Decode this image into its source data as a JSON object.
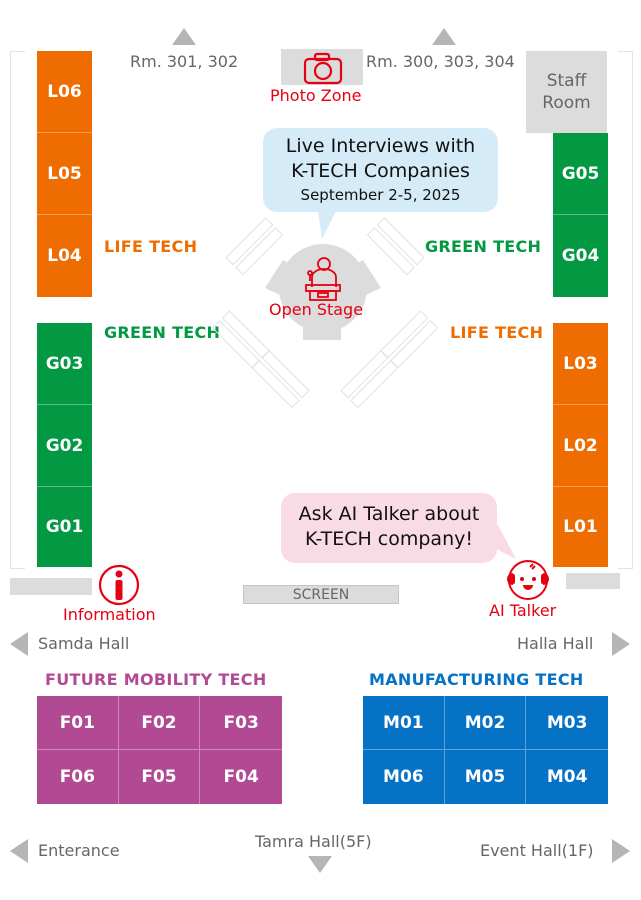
{
  "colors": {
    "life_tech": "#ee6c00",
    "green_tech": "#029942",
    "future_mobility": "#b14a92",
    "manufacturing": "#0572c6",
    "accent_red": "#e60012",
    "interview_bubble": "#d6ebf8",
    "ai_bubble": "#f9dbe6"
  },
  "top": {
    "left_exit": "Rm. 301, 302",
    "right_exit": "Rm. 300, 303, 304",
    "photo_zone": "Photo Zone",
    "staff_room": "Staff Room"
  },
  "left_column": {
    "life_booths": [
      "L06",
      "L05",
      "L04"
    ],
    "green_booths": [
      "G03",
      "G02",
      "G01"
    ]
  },
  "right_column": {
    "green_booths": [
      "G05",
      "G04"
    ],
    "life_booths": [
      "L03",
      "L02",
      "L01"
    ]
  },
  "zone_labels": {
    "left_life": "LIFE TECH",
    "left_green": "GREEN TECH",
    "right_green": "GREEN TECH",
    "right_life": "LIFE TECH"
  },
  "stage": {
    "bubble_line1": "Live Interviews with",
    "bubble_line2": "K-TECH Companies",
    "bubble_date": "September 2-5, 2025",
    "label": "Open Stage"
  },
  "ai": {
    "bubble_line1": "Ask AI Talker about",
    "bubble_line2": "K-TECH company!",
    "label": "AI Talker"
  },
  "information": "Information",
  "screen": "SCREEN",
  "side_exits": {
    "left": "Samda Hall",
    "right": "Halla Hall"
  },
  "future_mobility": {
    "title": "FUTURE MOBILITY TECH",
    "booths": [
      "F01",
      "F02",
      "F03",
      "F06",
      "F05",
      "F04"
    ]
  },
  "manufacturing": {
    "title": "MANUFACTURING TECH",
    "booths": [
      "M01",
      "M02",
      "M03",
      "M06",
      "M05",
      "M04"
    ]
  },
  "bottom_exits": {
    "left": "Enterance",
    "center": "Tamra Hall(5F)",
    "right": "Event Hall(1F)"
  }
}
